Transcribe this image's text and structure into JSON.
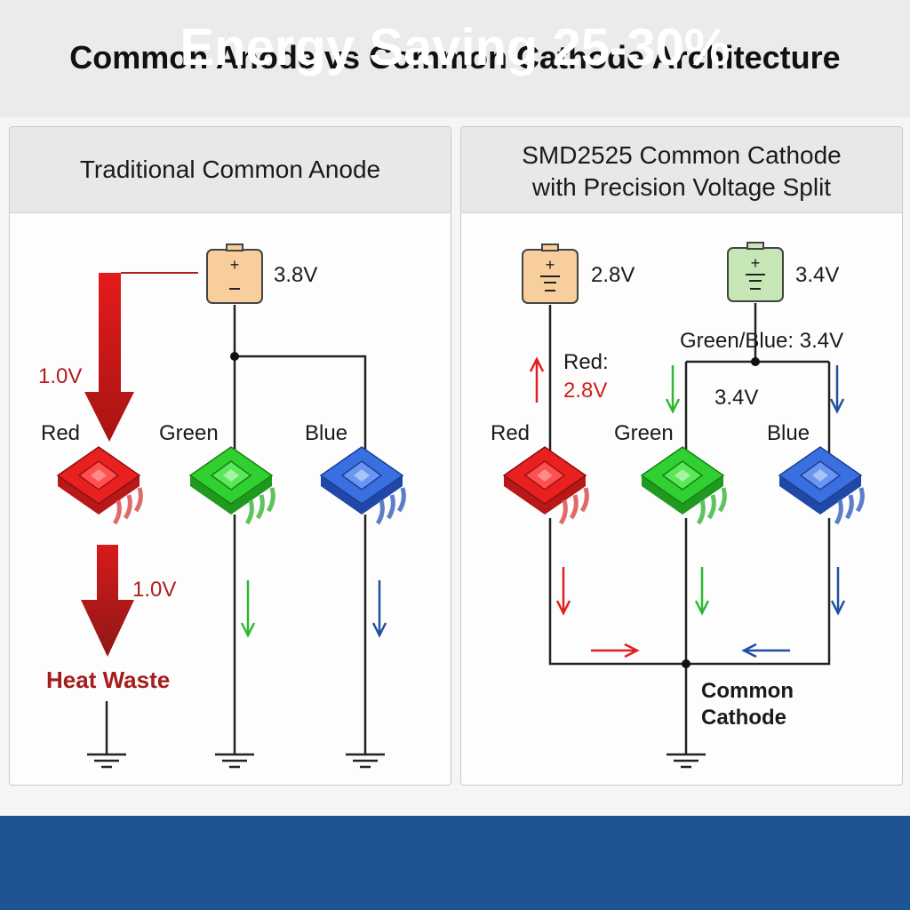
{
  "title": "Common Anode vs Common Cathode Architecture",
  "left_panel": {
    "title": "Traditional Common Anode",
    "supply": {
      "value": "3.8V"
    },
    "drops": {
      "top": "1.0V",
      "bottom": "1.0V"
    },
    "heat_label": "Heat Waste",
    "leds": [
      "Red",
      "Green",
      "Blue"
    ]
  },
  "right_panel": {
    "title_line1": "SMD2525 Common Cathode",
    "title_line2": "with Precision Voltage Split",
    "supply_red": "2.8V",
    "supply_gb": "3.4V",
    "gb_label": "Green/Blue: 3.4V",
    "red_label": "Red:",
    "red_value": "2.8V",
    "mid_label": "3.4V",
    "leds": [
      "Red",
      "Green",
      "Blue"
    ],
    "cathode_line1": "Common",
    "cathode_line2": "Cathode"
  },
  "footer": "Energy Saving 25-30%",
  "colors": {
    "red": "#e31b1b",
    "green": "#2fc42f",
    "blue": "#2f63d8",
    "heat": "#a61c1c",
    "footer_bg": "#1f5494",
    "battery_orange": "#f8cf9c",
    "battery_green": "#c6e6b6"
  }
}
